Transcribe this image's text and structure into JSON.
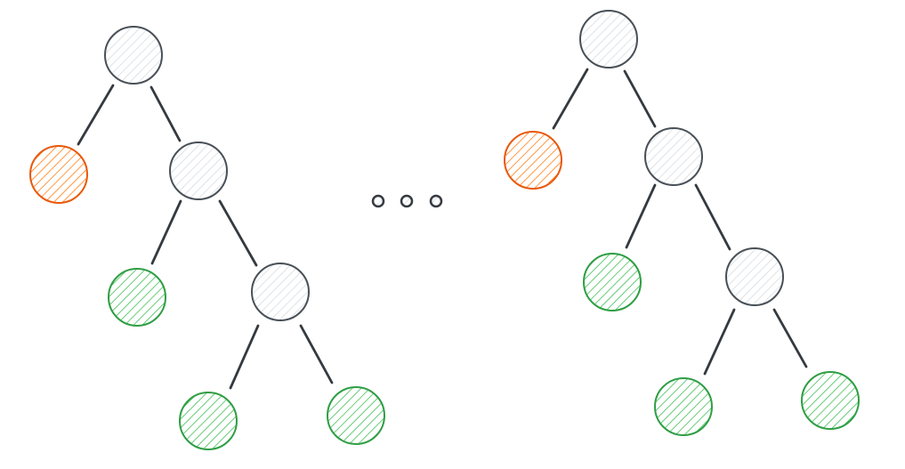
{
  "colors": {
    "edge": "#343a40",
    "gray_stroke": "#495057",
    "gray_fill": "#ced4da",
    "orange_stroke": "#e8590c",
    "orange_fill": "#fd7e14",
    "green_stroke": "#2f9e44",
    "green_fill": "#40c057"
  },
  "trees": [
    {
      "nodes": [
        "gray",
        "orange",
        "gray",
        "green",
        "gray",
        "green",
        "green"
      ]
    },
    {
      "nodes": [
        "gray",
        "orange",
        "gray",
        "green",
        "gray",
        "green",
        "green"
      ]
    }
  ],
  "ellipsis": {
    "dots": 3,
    "icon": "ellipsis-icon"
  }
}
